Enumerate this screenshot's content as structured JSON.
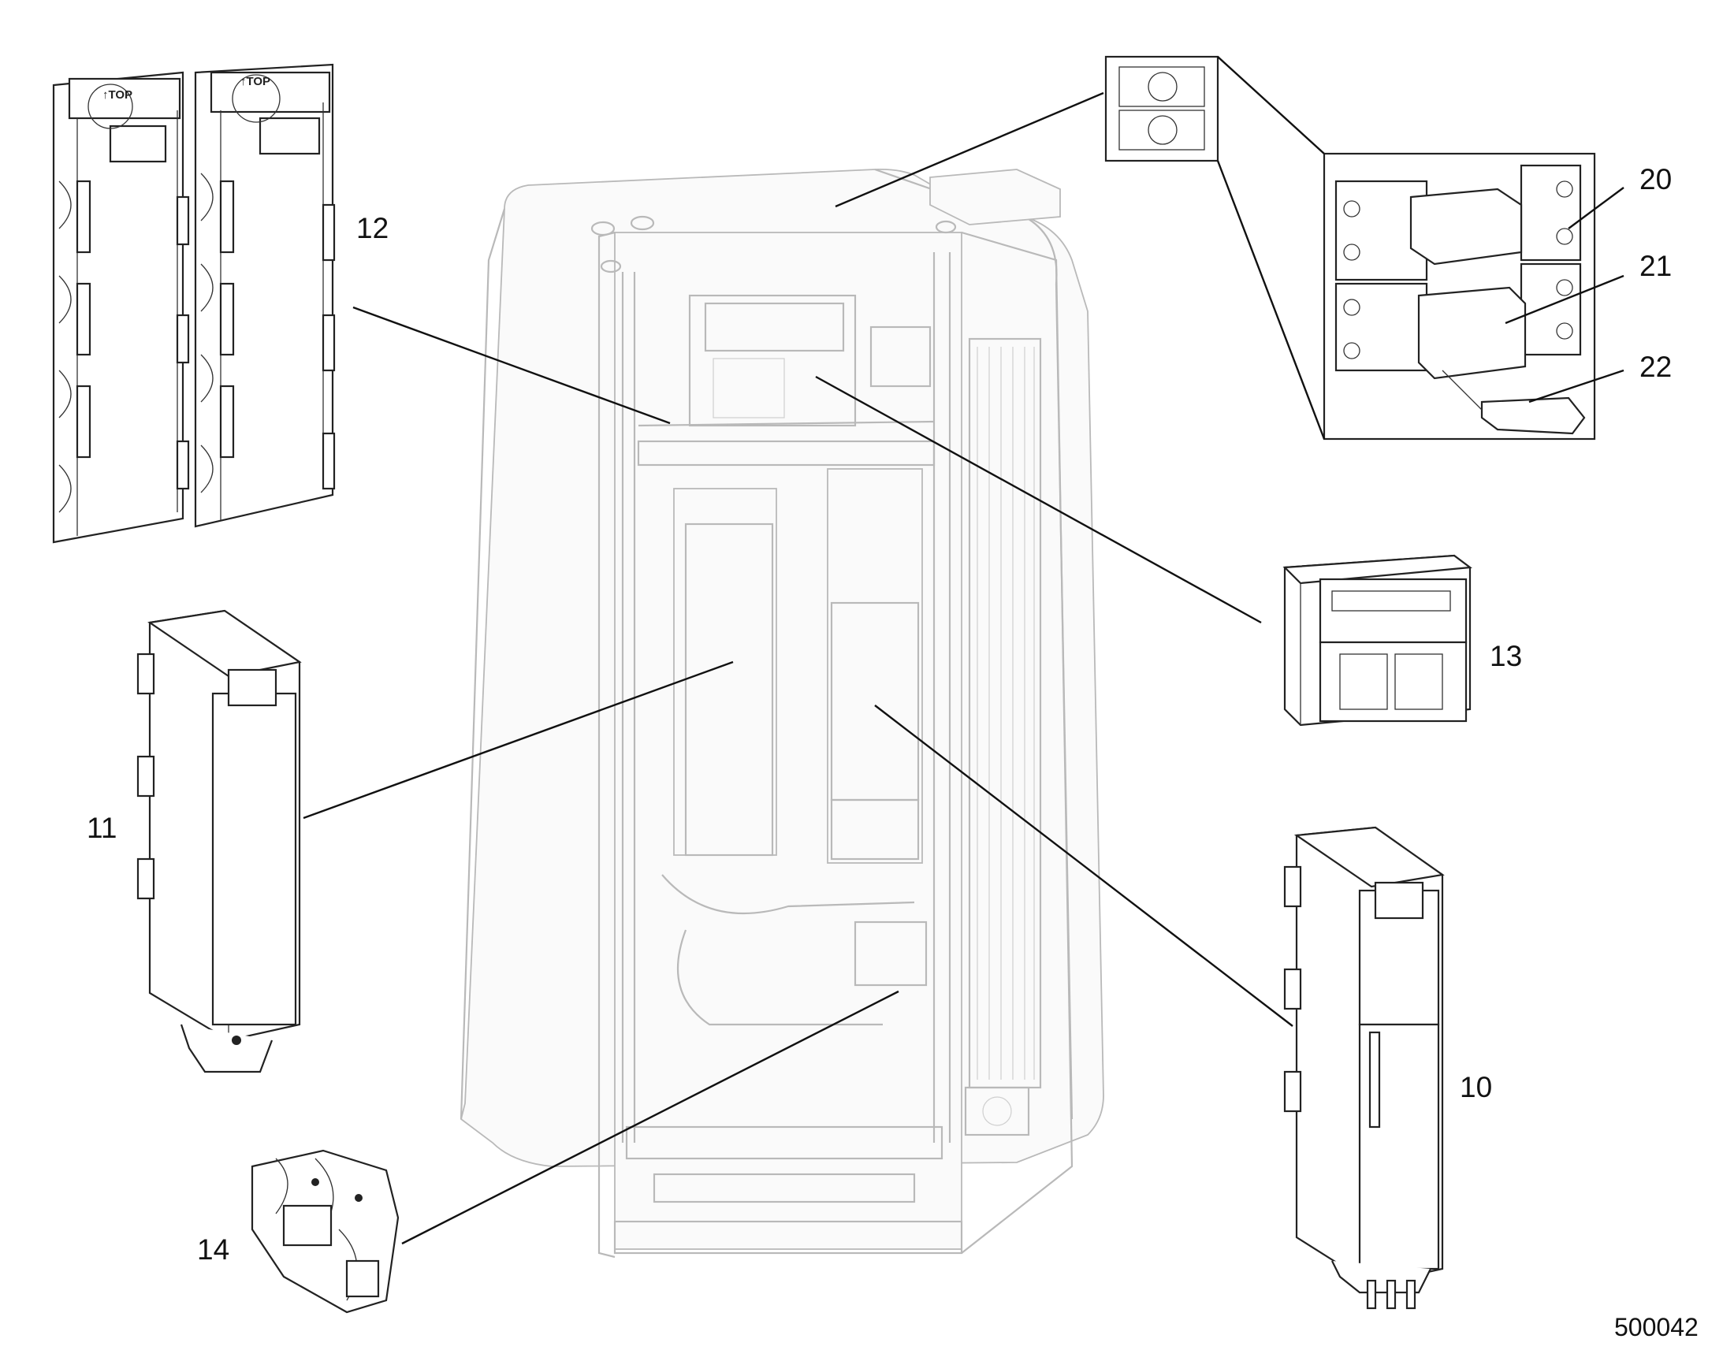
{
  "figure_id": "500042",
  "callouts": [
    {
      "id": "10",
      "label": "10",
      "part": "power-module-right"
    },
    {
      "id": "11",
      "label": "11",
      "part": "power-module-left"
    },
    {
      "id": "12",
      "label": "12",
      "part": "mounting-frame-pair"
    },
    {
      "id": "13",
      "label": "13",
      "part": "control-rack-unit"
    },
    {
      "id": "14",
      "label": "14",
      "part": "terminal-block-assembly"
    },
    {
      "id": "20",
      "label": "20",
      "part": "fuse-upper"
    },
    {
      "id": "21",
      "label": "21",
      "part": "fuse-lower"
    },
    {
      "id": "22",
      "label": "22",
      "part": "fuse-removal-handle"
    }
  ],
  "frame_tags": {
    "left": "↑TOP",
    "right": "↑TOP"
  }
}
